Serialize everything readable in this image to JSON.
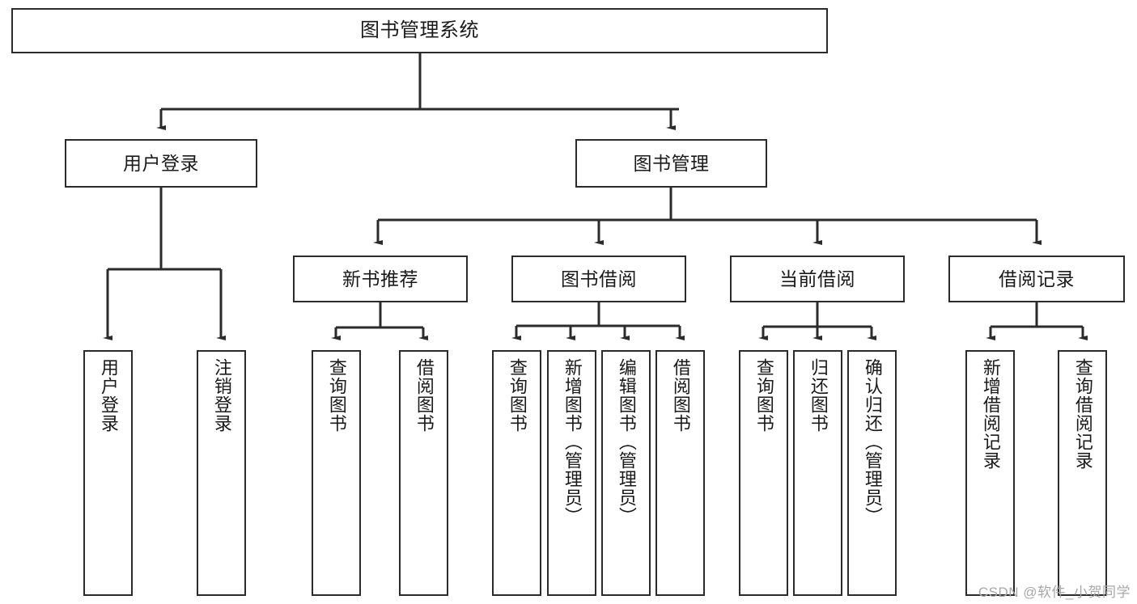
{
  "diagram": {
    "type": "tree-hierarchy",
    "title": "图书管理系统",
    "watermark": "CSDN @软件_小贺同学",
    "colors": {
      "stroke": "#2b2b2b",
      "fill": "#ffffff",
      "text": "#1a1a1a",
      "watermark": "#a8a8a8"
    },
    "nodes": {
      "root": {
        "label": "图书管理系统"
      },
      "level2": [
        {
          "id": "user-login",
          "label": "用户登录"
        },
        {
          "id": "book-manage",
          "label": "图书管理"
        }
      ],
      "level3": [
        {
          "id": "new-book-recommend",
          "label": "新书推荐"
        },
        {
          "id": "book-borrow",
          "label": "图书借阅"
        },
        {
          "id": "current-borrow",
          "label": "当前借阅"
        },
        {
          "id": "borrow-record",
          "label": "借阅记录"
        }
      ],
      "leaves": [
        {
          "id": "leaf-user-login",
          "label": "用户登录",
          "parent": "user-login"
        },
        {
          "id": "leaf-logout",
          "label": "注销登录",
          "parent": "user-login"
        },
        {
          "id": "leaf-query-book-1",
          "label": "查询图书",
          "parent": "new-book-recommend"
        },
        {
          "id": "leaf-borrow-book-1",
          "label": "借阅图书",
          "parent": "new-book-recommend"
        },
        {
          "id": "leaf-query-book-2",
          "label": "查询图书",
          "parent": "book-borrow"
        },
        {
          "id": "leaf-add-book",
          "label": "新增图书（管理员）",
          "parent": "book-borrow"
        },
        {
          "id": "leaf-edit-book",
          "label": "编辑图书（管理员）",
          "parent": "book-borrow"
        },
        {
          "id": "leaf-borrow-book-2",
          "label": "借阅图书",
          "parent": "book-borrow"
        },
        {
          "id": "leaf-query-book-3",
          "label": "查询图书",
          "parent": "current-borrow"
        },
        {
          "id": "leaf-return-book",
          "label": "归还图书",
          "parent": "current-borrow"
        },
        {
          "id": "leaf-confirm-return",
          "label": "确认归还（管理员）",
          "parent": "current-borrow"
        },
        {
          "id": "leaf-add-record",
          "label": "新增借阅记录",
          "parent": "borrow-record"
        },
        {
          "id": "leaf-query-record",
          "label": "查询借阅记录",
          "parent": "borrow-record"
        }
      ]
    }
  }
}
